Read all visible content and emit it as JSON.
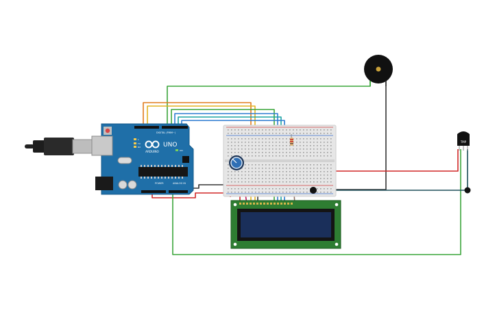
{
  "board": {
    "brand": "ARDUINO",
    "model": "UNO",
    "digital_label": "DIGITAL (PWM~)",
    "power_label": "POWER",
    "analog_label": "ANALOG IN",
    "tx_label": "TX",
    "rx_label": "RX",
    "l_label": "L",
    "on_label": "ON"
  },
  "sensor": {
    "label": "TMP"
  },
  "colors": {
    "board": "#1f6fa8",
    "board_edge": "#155a8a",
    "lcd_pcb": "#2e7d32",
    "lcd_screen": "#1a2f5a",
    "breadboard": "#e6e6e6",
    "wire_green": "#3aa53a",
    "wire_yellow": "#e3b21f",
    "wire_orange": "#e07b1a",
    "wire_blue": "#2b7bd1",
    "wire_teal": "#1aa3a3",
    "wire_red": "#d02727",
    "wire_black": "#333333",
    "wire_pink": "#c2185b",
    "buzzer": "#111111",
    "buzzer_center": "#c9a13a"
  }
}
